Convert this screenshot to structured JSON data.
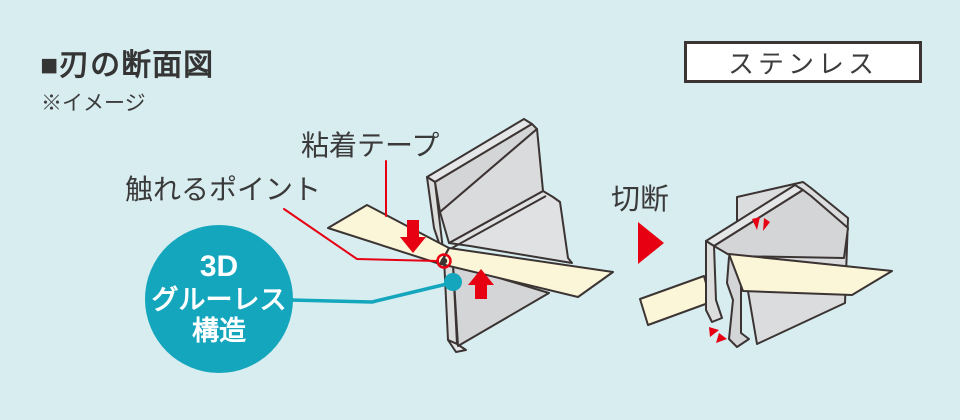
{
  "page": {
    "background": "#d8edf0"
  },
  "header": {
    "title": "■刃の断面図",
    "note": "※イメージ",
    "material_badge": "ステンレス"
  },
  "diagram": {
    "labels": {
      "tape": "粘着テープ",
      "touch_point": "触れるポイント",
      "cut": "切断"
    },
    "feature_badge": {
      "line1": "3D",
      "line2": "グルーレス",
      "line3": "構造"
    }
  },
  "icons": {
    "press_down_arrow": "red solid arrow pressing down onto tape",
    "press_up_arrow": "red solid arrow pressing up under tape",
    "cut_arrow": "red right-pointing triangle between before/after views",
    "touch_point_marker": "red ring around blade contact point",
    "glueless_point_marker": "teal filled dot on lower blade edge",
    "impact_marks": "small red cut-impact flecks"
  },
  "colors": {
    "background": "#d8edf0",
    "accent_red": "#e60012",
    "accent_teal": "#14a6bc",
    "blade_gray": "#d4d5d6",
    "blade_light_gray": "#dfe0e1",
    "blade_top_face": "#e5e6e7",
    "tape_cream": "#fcf6d8",
    "outline_dark": "#3b3433",
    "text_dark": "#3a3a3a",
    "badge_background": "#ffffff"
  }
}
